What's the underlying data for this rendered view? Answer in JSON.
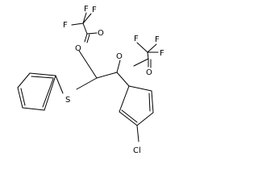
{
  "molecule": {
    "atoms": {
      "F1": "F",
      "F2": "F",
      "F3": "F",
      "F4": "F",
      "F5": "F",
      "F6": "F",
      "O1": "O",
      "O2": "O",
      "O3": "O",
      "O4": "O",
      "S": "S",
      "Cl": "Cl"
    }
  }
}
